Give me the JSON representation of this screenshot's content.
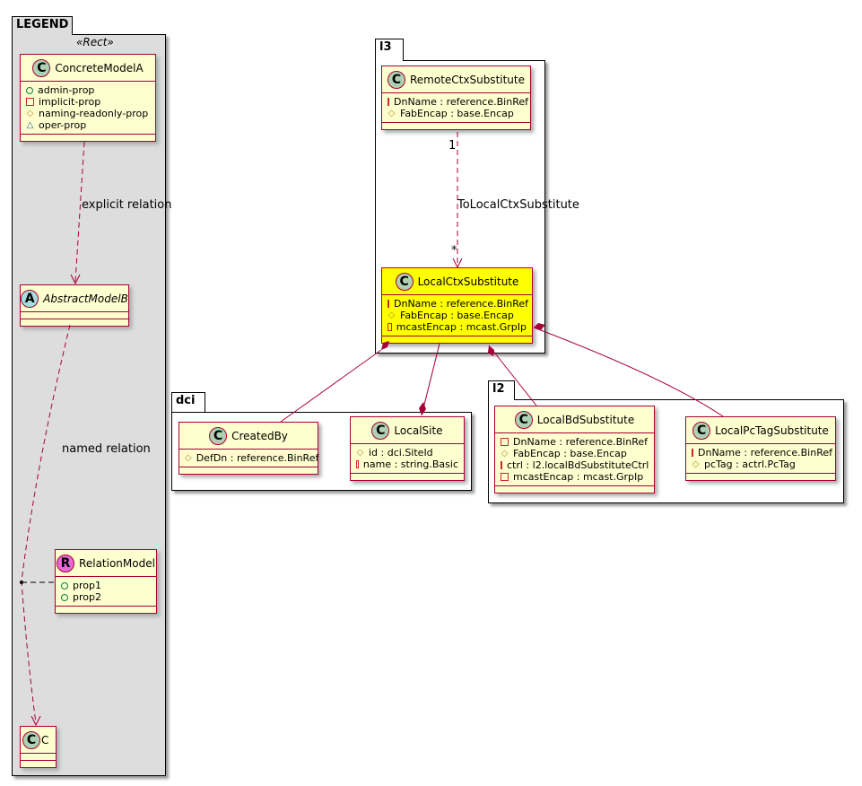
{
  "packages": [
    {
      "id": "legend",
      "name": "LEGEND",
      "stereotype": "«Rect»"
    },
    {
      "id": "l3",
      "name": "l3"
    },
    {
      "id": "dci",
      "name": "dci"
    },
    {
      "id": "l2",
      "name": "l2"
    }
  ],
  "classes": [
    {
      "id": "concrete-model-a",
      "name": "ConcreteModelA",
      "kind": "C",
      "attrs": [
        [
          "+",
          "admin-prop"
        ],
        [
          "-",
          "implicit-prop"
        ],
        [
          "#",
          "naming-readonly-prop"
        ],
        [
          "~",
          "oper-prop"
        ]
      ]
    },
    {
      "id": "abstract-model-b",
      "name": "AbstractModelB",
      "kind": "A",
      "abstract": true,
      "attrs": []
    },
    {
      "id": "relation-model",
      "name": "RelationModel",
      "kind": "R",
      "attrs": [
        [
          "+",
          "prop1"
        ],
        [
          "+",
          "prop2"
        ]
      ]
    },
    {
      "id": "c",
      "name": "C",
      "kind": "C",
      "attrs": []
    },
    {
      "id": "remote-ctx-substitute",
      "name": "RemoteCtxSubstitute",
      "kind": "C",
      "attrs": [
        [
          "-",
          "DnName : reference.BinRef"
        ],
        [
          "#",
          "FabEncap : base.Encap"
        ]
      ]
    },
    {
      "id": "local-ctx-substitute",
      "name": "LocalCtxSubstitute",
      "kind": "C",
      "highlight": true,
      "attrs": [
        [
          "-",
          "DnName : reference.BinRef"
        ],
        [
          "#",
          "FabEncap : base.Encap"
        ],
        [
          "-",
          "mcastEncap : mcast.GrpIp"
        ]
      ]
    },
    {
      "id": "created-by",
      "name": "CreatedBy",
      "kind": "C",
      "attrs": [
        [
          "#",
          "DefDn : reference.BinRef"
        ]
      ]
    },
    {
      "id": "local-site",
      "name": "LocalSite",
      "kind": "C",
      "attrs": [
        [
          "#",
          "id : dci.SiteId"
        ],
        [
          "-",
          "name : string.Basic"
        ]
      ]
    },
    {
      "id": "local-bd-substitute",
      "name": "LocalBdSubstitute",
      "kind": "C",
      "attrs": [
        [
          "-",
          "DnName : reference.BinRef"
        ],
        [
          "#",
          "FabEncap : base.Encap"
        ],
        [
          "-",
          "ctrl : l2.localBdSubstituteCtrl"
        ],
        [
          "-",
          "mcastEncap : mcast.GrpIp"
        ]
      ]
    },
    {
      "id": "local-pc-tag-substitute",
      "name": "LocalPcTagSubstitute",
      "kind": "C",
      "attrs": [
        [
          "-",
          "DnName : reference.BinRef"
        ],
        [
          "#",
          "pcTag : actrl.PcTag"
        ]
      ]
    }
  ],
  "labels": {
    "explicit": "explicit relation",
    "named": "named relation",
    "to_local": "ToLocalCtxSubstitute",
    "mult_one": "1",
    "mult_many": "*"
  },
  "colors": {
    "border": "#a80036",
    "class_bg": "#fefece",
    "highlight": "#ffff00",
    "legend_bg": "#dddddd"
  }
}
